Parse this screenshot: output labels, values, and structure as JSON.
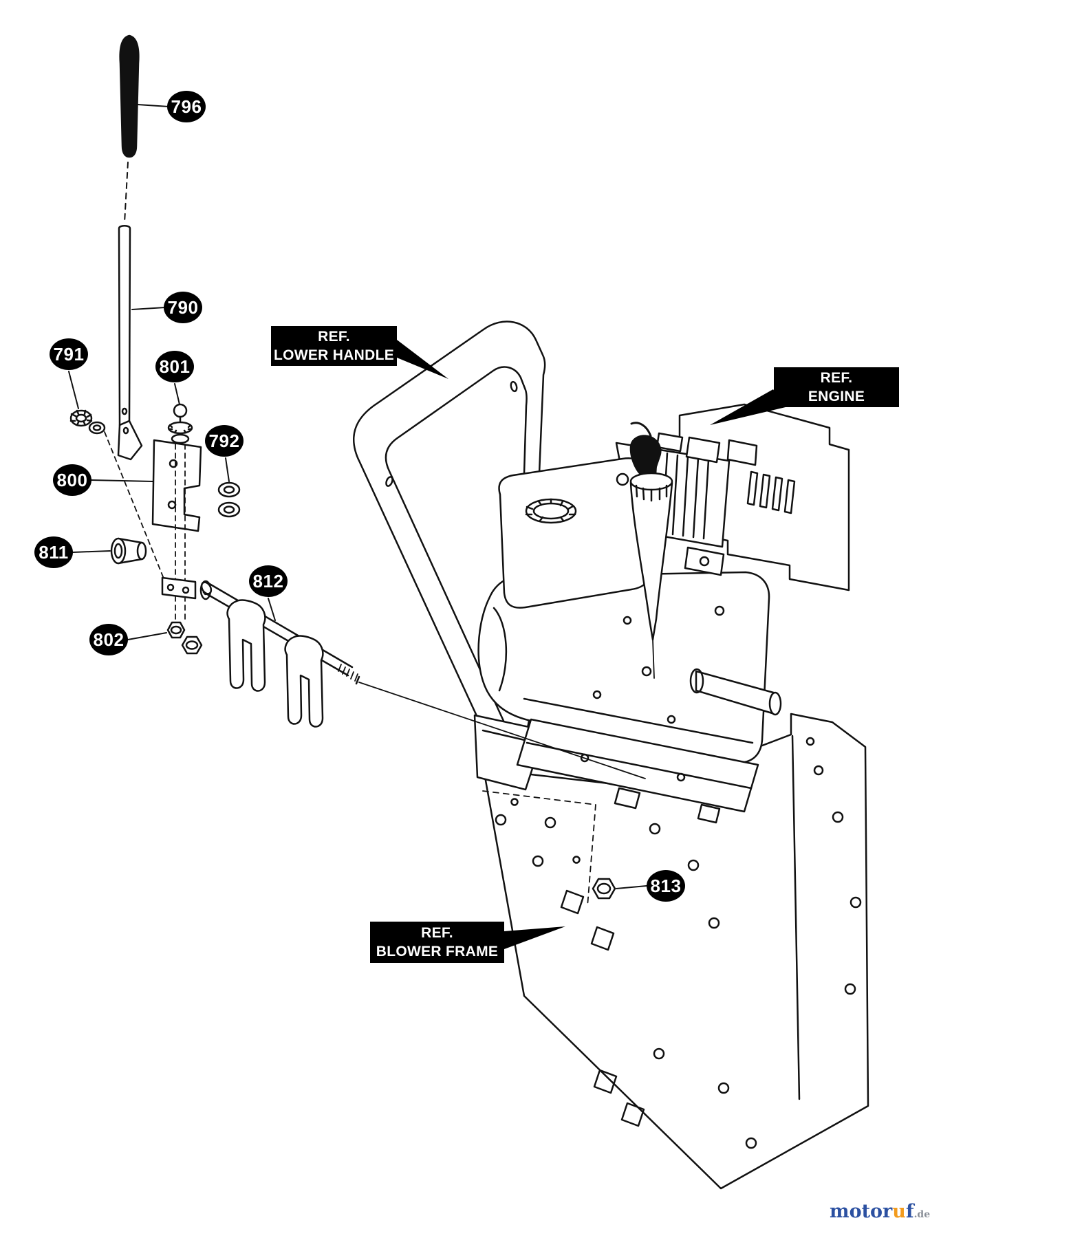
{
  "diagram": {
    "callouts": [
      {
        "id": "796"
      },
      {
        "id": "790"
      },
      {
        "id": "791"
      },
      {
        "id": "801"
      },
      {
        "id": "792"
      },
      {
        "id": "800"
      },
      {
        "id": "811"
      },
      {
        "id": "812"
      },
      {
        "id": "802"
      },
      {
        "id": "813"
      }
    ],
    "ref_labels": {
      "lower_handle": {
        "line1": "REF.",
        "line2": "LOWER HANDLE"
      },
      "engine": {
        "line1": "REF.",
        "line2": "ENGINE"
      },
      "blower_frame": {
        "line1": "REF.",
        "line2": "BLOWER FRAME"
      }
    },
    "watermark": {
      "part1": "motor",
      "part2": "u",
      "part3": "f",
      "suffix": ".de",
      "brand_color": "#2b50a1",
      "accent_color": "#f29b1d",
      "suffix_color": "#8a8f98"
    },
    "colors": {
      "line": "#111111",
      "background": "#ffffff",
      "callout_bg": "#000000",
      "callout_text": "#ffffff"
    }
  }
}
